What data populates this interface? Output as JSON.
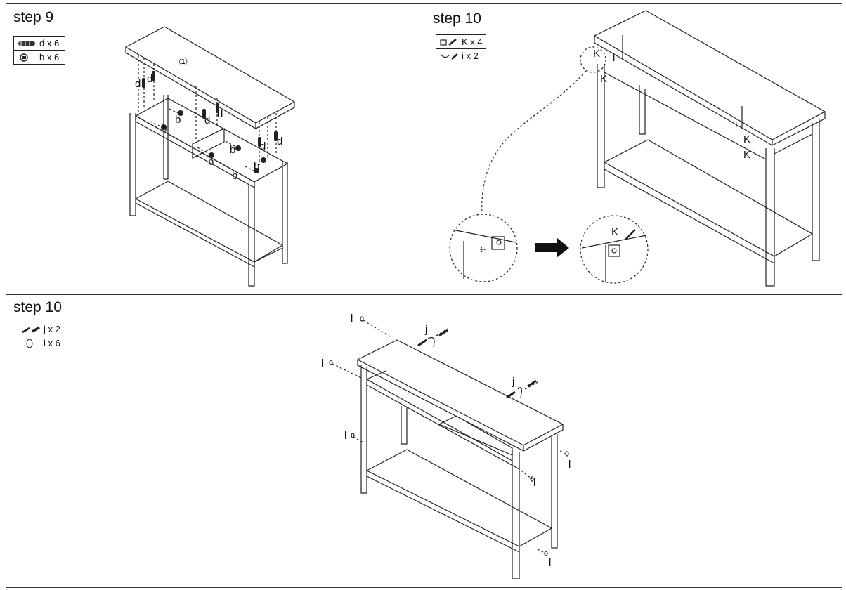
{
  "steps": [
    {
      "title": "step 9",
      "parts": [
        {
          "icon": "dowel-icon",
          "label": "d x 6"
        },
        {
          "icon": "cam-lock-icon",
          "label": "b x 6"
        }
      ],
      "callouts": {
        "panel_number": "①",
        "dowel": "d",
        "cam": "b"
      }
    },
    {
      "title": "step 10",
      "parts": [
        {
          "icon": "bracket-screw-icon",
          "label": "K x 4"
        },
        {
          "icon": "anti-tip-strap-icon",
          "label": "i x 2"
        }
      ],
      "callouts": {
        "bracket": "K",
        "strap": "i"
      }
    },
    {
      "title": "step 10",
      "parts": [
        {
          "icon": "screw-anchor-icon",
          "label": "j x 2"
        },
        {
          "icon": "cap-icon",
          "label": "l x 6"
        }
      ],
      "callouts": {
        "screw": "j",
        "cap": "l"
      }
    }
  ]
}
